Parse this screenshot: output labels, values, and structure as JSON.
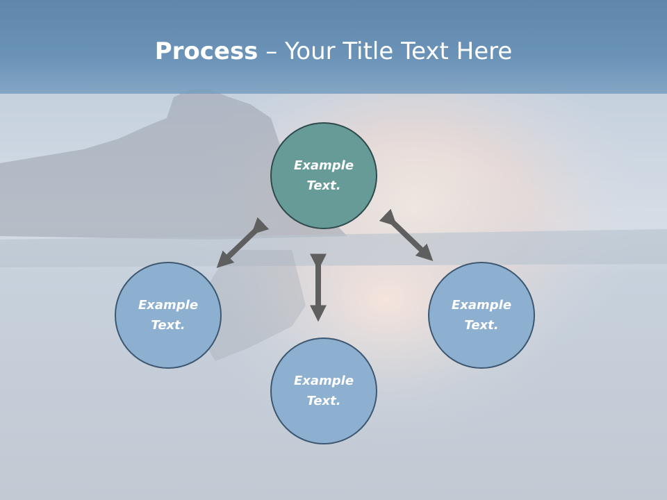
{
  "slide": {
    "title_bold": "Process",
    "title_rest": " – Your Title Text Here"
  },
  "nodes": {
    "center": {
      "line1": "Example",
      "line2": "Text."
    },
    "left": {
      "line1": "Example",
      "line2": "Text."
    },
    "right": {
      "line1": "Example",
      "line2": "Text."
    },
    "bottom": {
      "line1": "Example",
      "line2": "Text."
    }
  },
  "colors": {
    "title_band": "#6a93b7",
    "center_node": "#669b98",
    "outer_node": "#8db0d1",
    "arrow": "#5f5f5f"
  }
}
